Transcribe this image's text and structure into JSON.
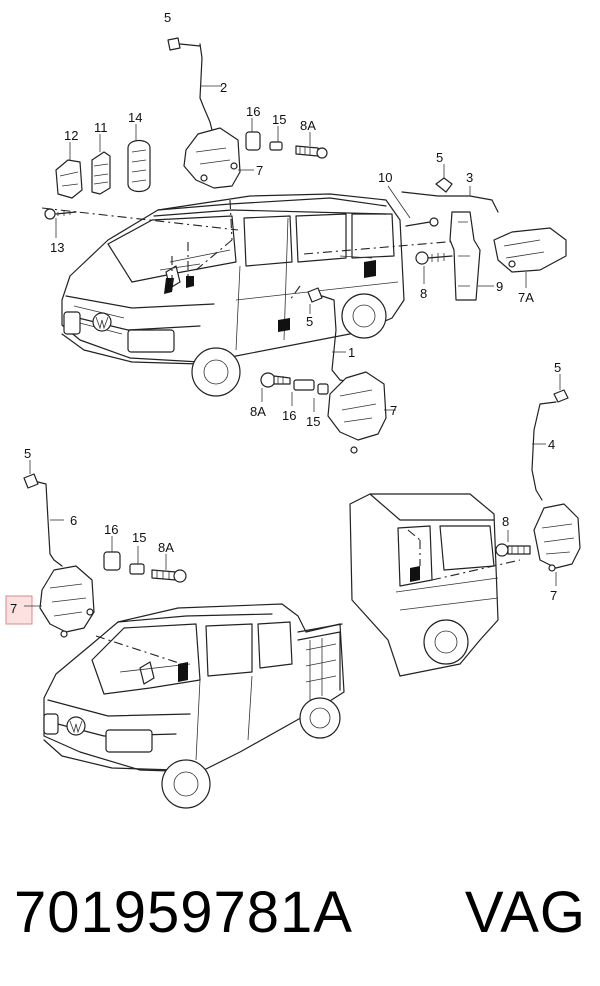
{
  "diagram": {
    "callouts": {
      "top_5": "5",
      "top_2": "2",
      "top_16": "16",
      "top_15": "15",
      "top_8A": "8A",
      "top_7": "7",
      "top_12": "12",
      "top_11": "11",
      "top_14": "14",
      "top_13": "13",
      "right_10": "10",
      "right_5": "5",
      "right_3": "3",
      "right_8": "8",
      "right_9": "9",
      "right_7A": "7A",
      "mid_5": "5",
      "mid_1": "1",
      "mid_8A": "8A",
      "mid_16": "16",
      "mid_15": "15",
      "mid_7": "7",
      "rear_5": "5",
      "rear_4": "4",
      "rear_8": "8",
      "rear_7": "7",
      "cab_5": "5",
      "cab_6": "6",
      "cab_16": "16",
      "cab_15": "15",
      "cab_8A": "8A",
      "cab_7": "7"
    },
    "highlighted_callout": "7"
  },
  "footer": {
    "part_number": "701959781A",
    "brand": "VAG"
  }
}
